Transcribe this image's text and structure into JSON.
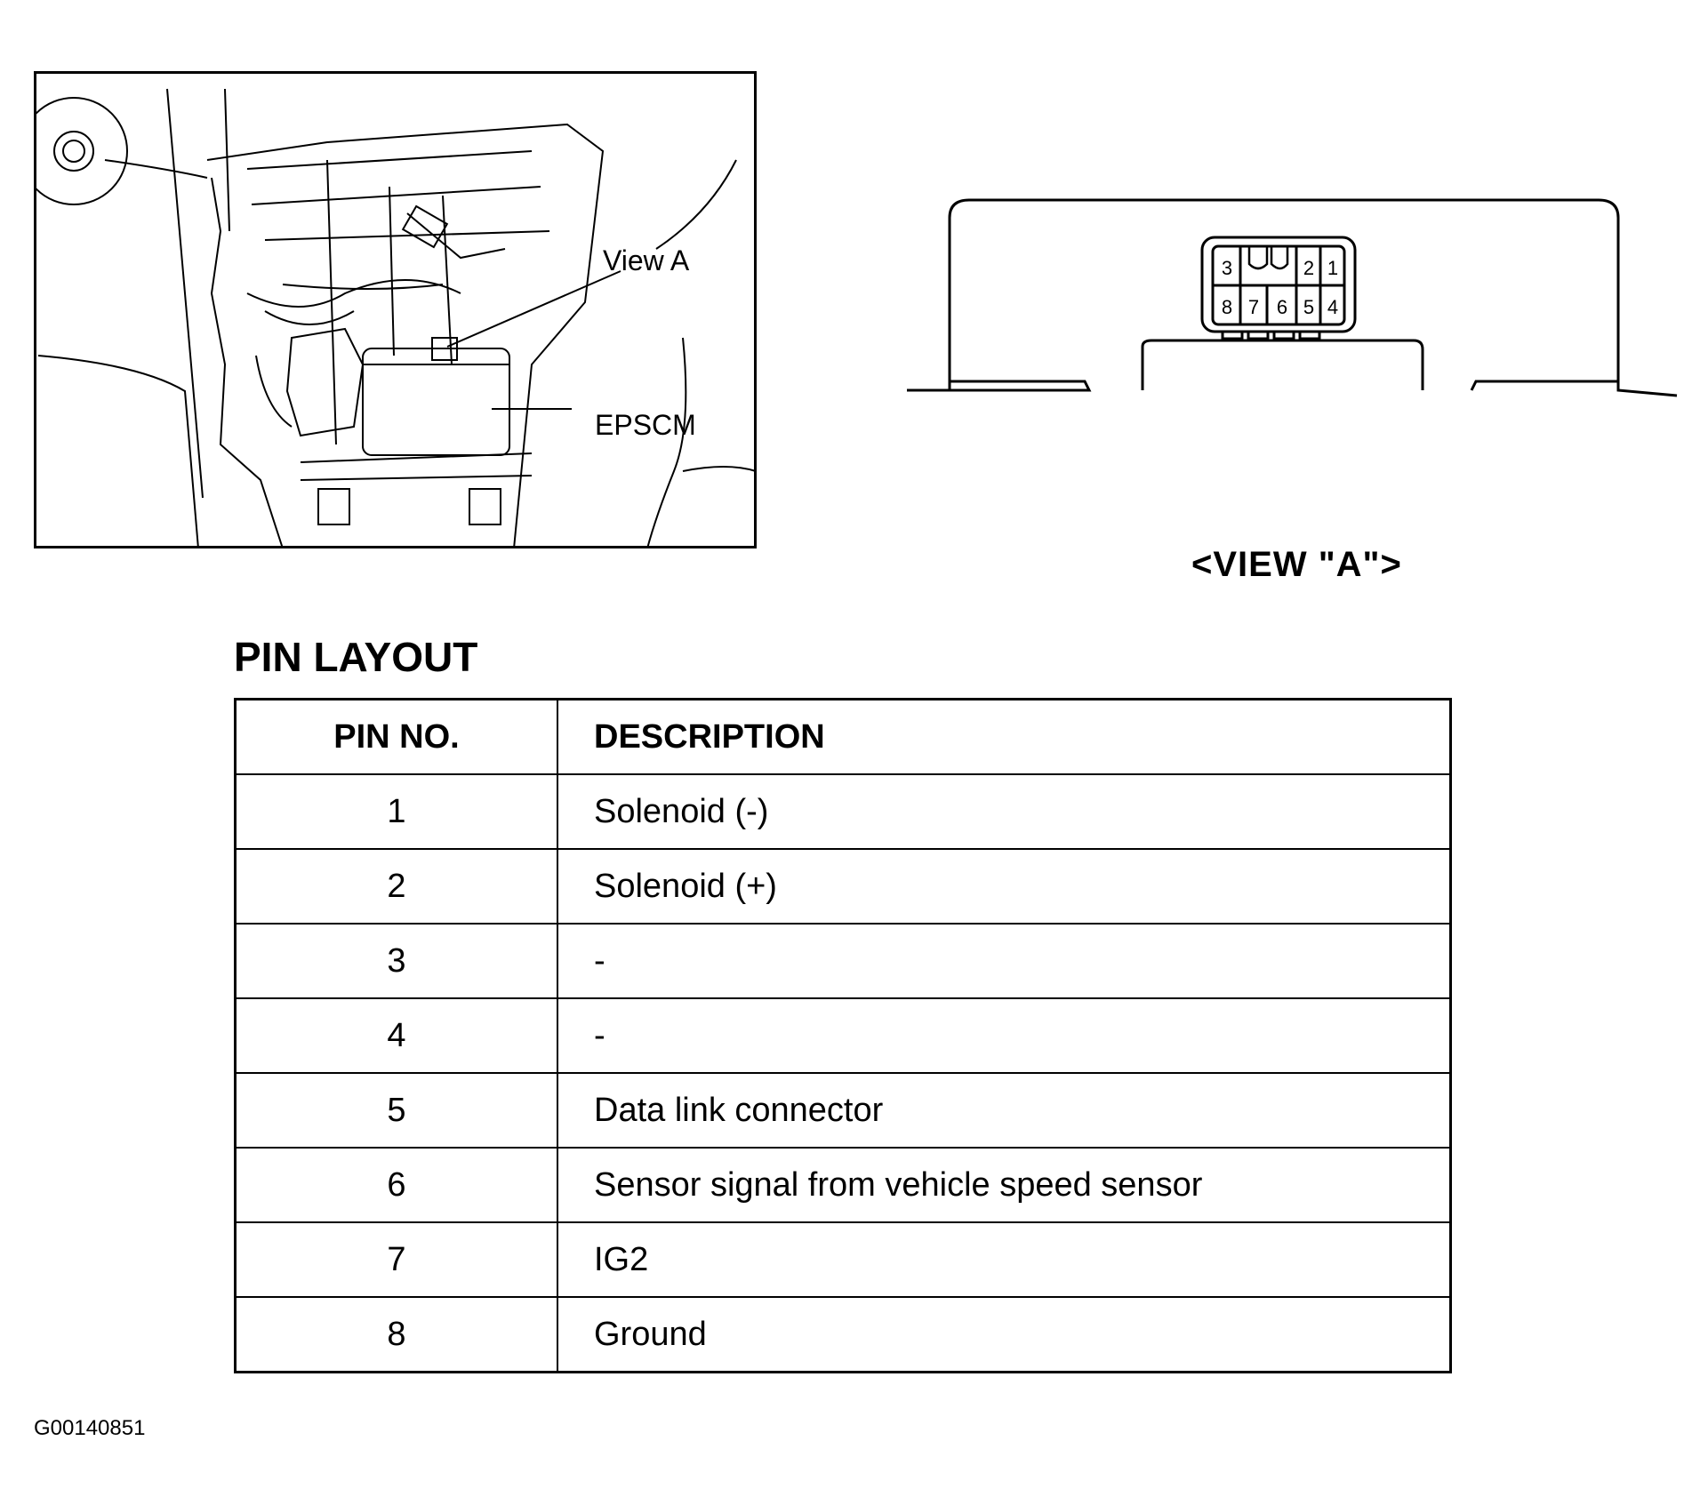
{
  "location_figure": {
    "callout_view_a": "View A",
    "callout_module": "EPSCM"
  },
  "view_a": {
    "caption": "<VIEW \"A\">",
    "connector_pins": [
      "3",
      "2",
      "1",
      "8",
      "7",
      "6",
      "5",
      "4"
    ]
  },
  "pin_layout": {
    "title": "PIN LAYOUT",
    "headers": [
      "PIN NO.",
      "DESCRIPTION"
    ],
    "rows": [
      {
        "pin": "1",
        "description": "Solenoid (-)"
      },
      {
        "pin": "2",
        "description": "Solenoid (+)"
      },
      {
        "pin": "3",
        "description": "-"
      },
      {
        "pin": "4",
        "description": "-"
      },
      {
        "pin": "5",
        "description": "Data link connector"
      },
      {
        "pin": "6",
        "description": "Sensor signal from vehicle speed sensor"
      },
      {
        "pin": "7",
        "description": "IG2"
      },
      {
        "pin": "8",
        "description": "Ground"
      }
    ]
  },
  "figure_id": "G00140851"
}
